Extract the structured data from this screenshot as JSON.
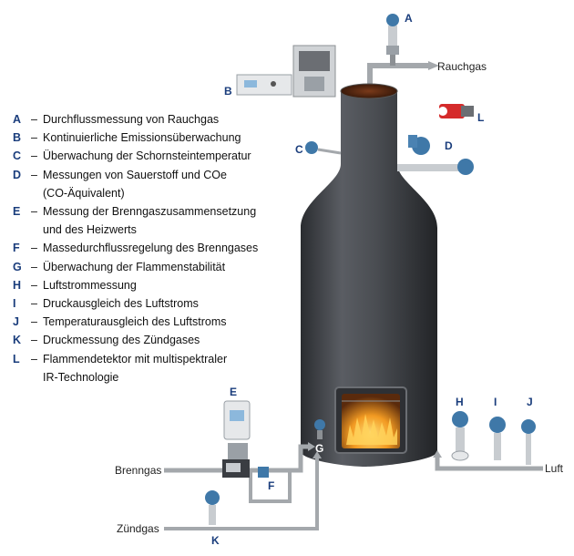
{
  "legend": [
    {
      "key": "A",
      "lines": [
        "Durchflussmessung von Rauchgas"
      ]
    },
    {
      "key": "B",
      "lines": [
        "Kontinuierliche Emissionsüberwachung"
      ]
    },
    {
      "key": "C",
      "lines": [
        "Überwachung der Schornsteintemperatur"
      ]
    },
    {
      "key": "D",
      "lines": [
        "Messungen von Sauerstoff und COe",
        "(CO-Äquivalent)"
      ]
    },
    {
      "key": "E",
      "lines": [
        "Messung der Brenngaszusammensetzung",
        "und des Heizwerts"
      ]
    },
    {
      "key": "F",
      "lines": [
        "Massedurchflussregelung des Brenngases"
      ]
    },
    {
      "key": "G",
      "lines": [
        "Überwachung der Flammenstabilität"
      ]
    },
    {
      "key": "H",
      "lines": [
        "Luftstrommessung"
      ]
    },
    {
      "key": "I",
      "lines": [
        "Druckausgleich des Luftstroms"
      ]
    },
    {
      "key": "J",
      "lines": [
        "Temperaturausgleich des Luftstroms"
      ]
    },
    {
      "key": "K",
      "lines": [
        "Druckmessung des Zündgases"
      ]
    },
    {
      "key": "L",
      "lines": [
        "Flammendetektor mit multispektraler",
        "IR-Technologie"
      ]
    }
  ],
  "dash": "–",
  "flows": {
    "flue_gas": "Rauchgas",
    "fuel_gas": "Brenngas",
    "pilot_gas": "Zündgas",
    "air": "Luft"
  },
  "markers": {
    "A": "A",
    "B": "B",
    "C": "C",
    "D": "D",
    "E": "E",
    "F": "F",
    "G": "G",
    "H": "H",
    "I": "I",
    "J": "J",
    "K": "K",
    "L": "L"
  },
  "colors": {
    "label_blue": "#1a3d7c",
    "vessel_dark": "#3a3d42",
    "pipe_gray": "#a4a8ac",
    "flame_orange": "#f08a1c",
    "instrument_blue": "#3f78a8"
  }
}
